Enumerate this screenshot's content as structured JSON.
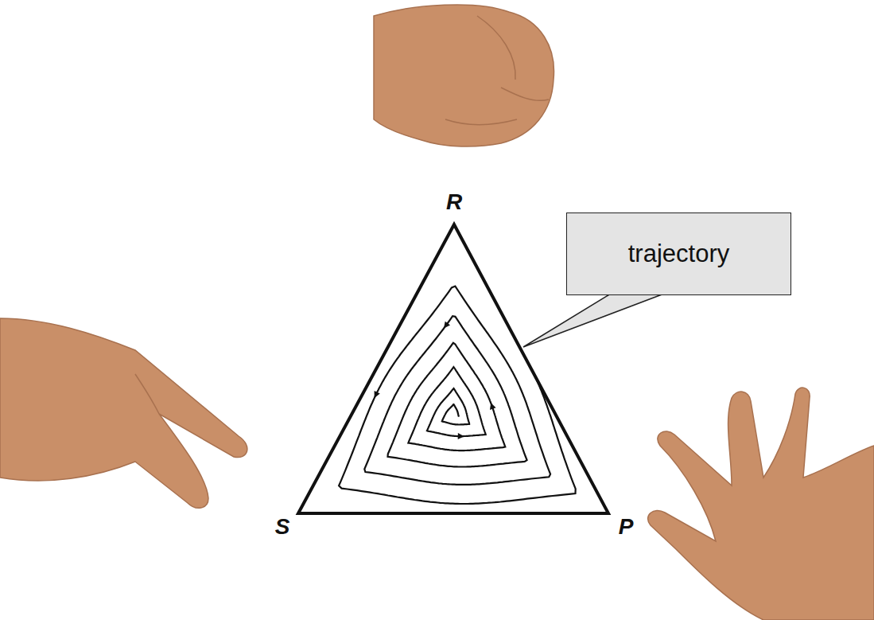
{
  "diagram": {
    "nodes": [
      {
        "text": [
          "trajectory"
        ]
      }
    ],
    "labels": [
      "R",
      "S",
      "P"
    ]
  }
}
